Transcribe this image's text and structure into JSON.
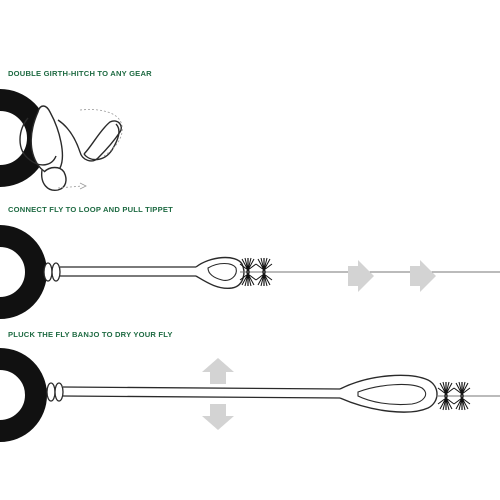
{
  "colors": {
    "caption": "#1f6b43",
    "ring": "#111111",
    "line": "#2a2a2a",
    "arrow": "#d3d3d3",
    "guide": "#9a9a9a"
  },
  "steps": [
    {
      "caption": "DOUBLE GIRTH-HITCH TO ANY GEAR",
      "icons": [
        "gear-ring-icon",
        "girth-hitch-loop-icon",
        "direction-guide-arrow-icon"
      ]
    },
    {
      "caption": "CONNECT FLY TO LOOP AND PULL TIPPET",
      "icons": [
        "gear-ring-icon",
        "loop-with-fly-icon",
        "pull-right-arrow-icon"
      ]
    },
    {
      "caption": "PLUCK THE FLY BANJO TO DRY YOUR FLY",
      "icons": [
        "gear-ring-icon",
        "long-loop-with-fly-icon",
        "pluck-up-down-arrow-icon"
      ]
    }
  ]
}
